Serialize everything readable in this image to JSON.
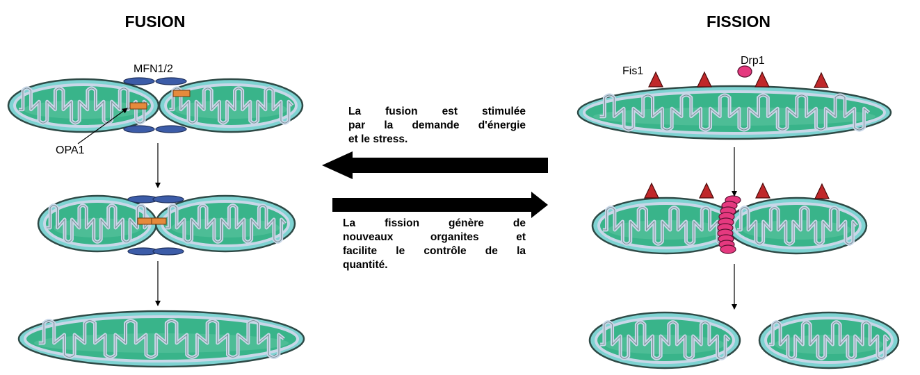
{
  "titles": {
    "fusion": "FUSION",
    "fission": "FISSION"
  },
  "labels": {
    "mfn": "MFN1/2",
    "opa1": "OPA1",
    "fis1": "Fis1",
    "drp1": "Drp1"
  },
  "fusion_text": [
    "La fusion est stimulée",
    "par la demande d'énergie",
    "et le stress."
  ],
  "fission_text": [
    "La fission génère de",
    "nouveaux organites et",
    "facilite le contrôle de la",
    "quantité."
  ],
  "colors": {
    "outer_membrane": "#7ed3d2",
    "matrix": "#39b48a",
    "matrix_light": "#5cc39e",
    "crista_line": "#c9d7e8",
    "outline": "#2e4a46",
    "mfn": "#3c5ca8",
    "opa1": "#e58a3c",
    "fis1": "#c0282a",
    "drp1": "#e5397f",
    "arrow": "#000000"
  }
}
